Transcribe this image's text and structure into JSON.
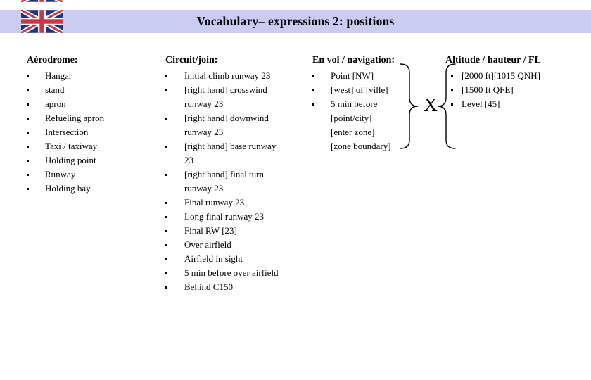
{
  "slide": {
    "title": "Vocabulary– expressions 2: positions",
    "annotation_label": "X"
  },
  "colors": {
    "title_bar": "#CCCCF2",
    "flag_navy": "#27317E",
    "flag_red": "#C23B45",
    "flag_white": "#FFFFFF",
    "text": "#000000"
  },
  "icons": {
    "flag": "uk-flag-icon",
    "bullet": "square-bullet-icon",
    "braces": [
      "left-curly-brace",
      "right-curly-brace"
    ]
  },
  "columns": [
    {
      "heading": "Aérodrome:",
      "items": [
        [
          "Hangar"
        ],
        [
          "stand"
        ],
        [
          "apron"
        ],
        [
          "Refueling apron"
        ],
        [
          "Intersection"
        ],
        [
          "Taxi / taxiway"
        ],
        [
          "Holding point"
        ],
        [
          "Runway"
        ],
        [
          "Holding bay"
        ]
      ]
    },
    {
      "heading": "Circuit/join:",
      "items": [
        [
          "Initial climb runway 23"
        ],
        [
          "[right hand] crosswind",
          "runway 23"
        ],
        [
          "[right hand] downwind",
          "runway 23"
        ],
        [
          "[right hand] base runway",
          "23"
        ],
        [
          "[right hand] final turn",
          "runway 23"
        ],
        [
          "Final runway 23"
        ],
        [
          "Long final runway 23"
        ],
        [
          "Final RW [23]"
        ],
        [
          "Over airfield"
        ],
        [
          "Airfield in sight"
        ],
        [
          "5 min before over airfield"
        ],
        [
          "Behind C150"
        ]
      ]
    },
    {
      "heading": "En vol / navigation:",
      "items": [
        [
          "Point [NW]"
        ],
        [
          "[west] of [ville]"
        ],
        [
          "5 min before",
          "[point/city]",
          "[enter zone]",
          "[zone boundary]"
        ]
      ]
    },
    {
      "heading": "Altitude / hauteur / FL",
      "items": [
        [
          "[2000 ft][1015 QNH]"
        ],
        [
          "[1500 ft QFE]"
        ],
        [
          "Level [45]"
        ]
      ]
    }
  ]
}
